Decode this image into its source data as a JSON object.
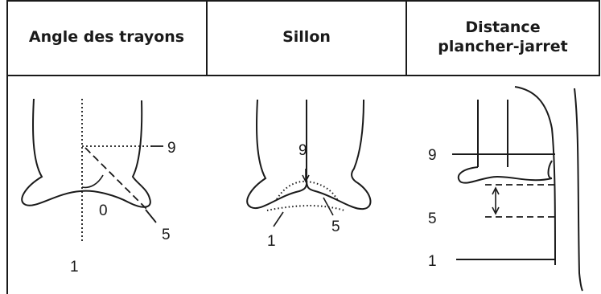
{
  "table": {
    "headers": {
      "angle": "Angle des trayons",
      "sillon": "Sillon",
      "distance_line1": "Distance",
      "distance_line2": "plancher-jarret"
    }
  },
  "diagrams": {
    "angle": {
      "top": "9",
      "middle": "0",
      "right": "5",
      "bottom": "1"
    },
    "sillon": {
      "top": "9",
      "right": "5",
      "left": "1"
    },
    "distance": {
      "top": "9",
      "middle": "5",
      "bottom": "1"
    }
  }
}
